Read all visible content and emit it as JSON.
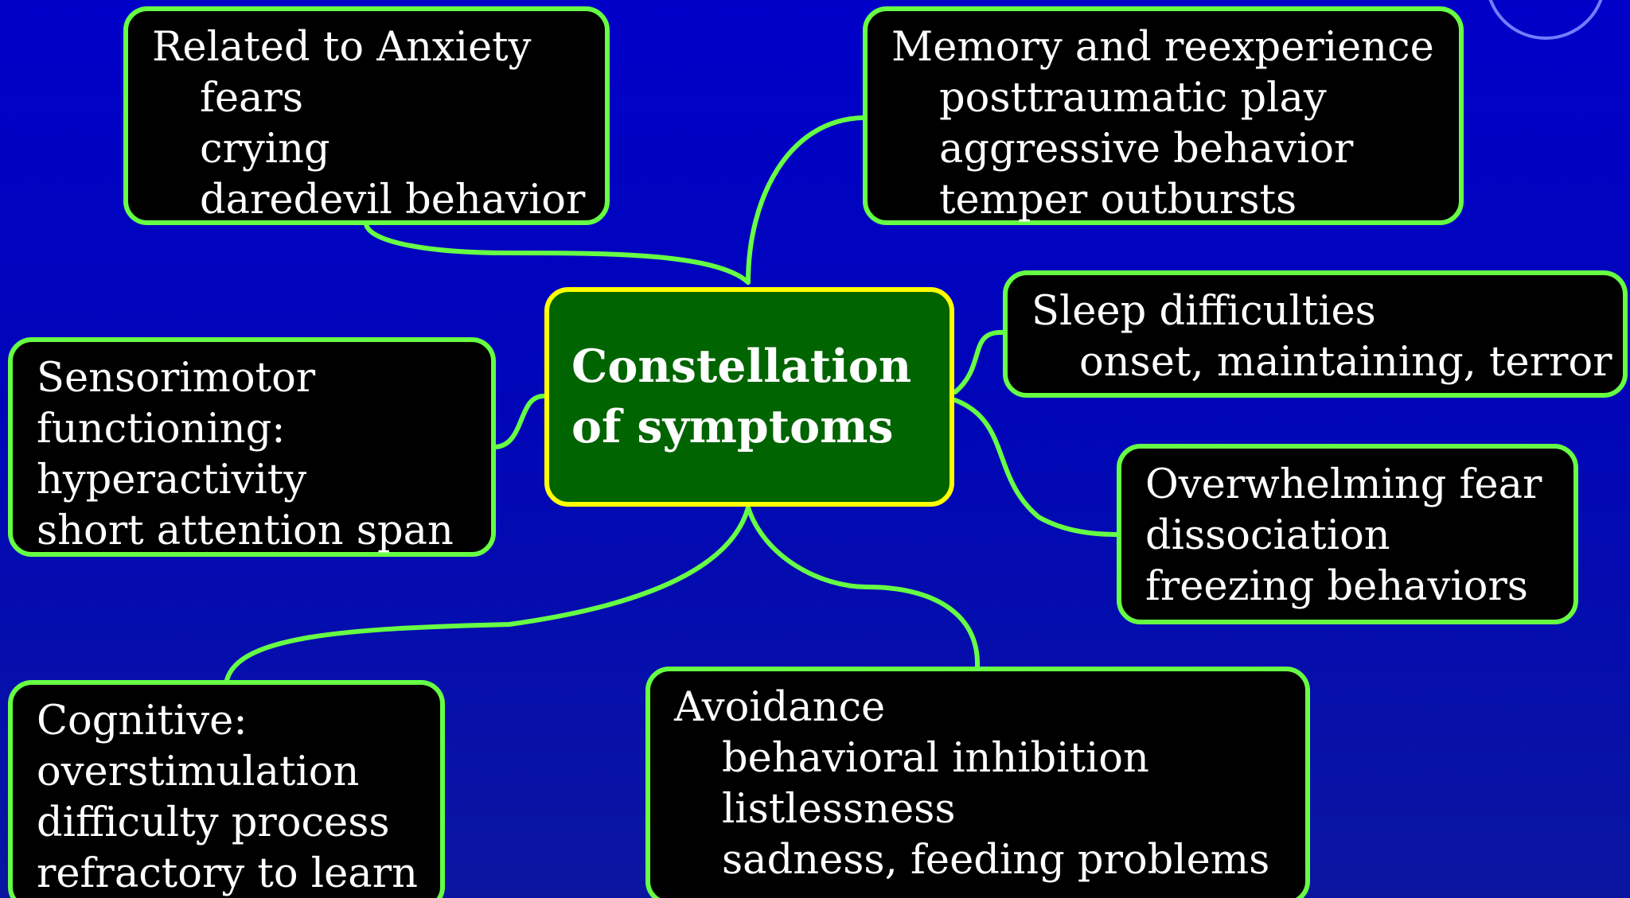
{
  "center": {
    "lines": [
      "Constellation",
      "of symptoms"
    ]
  },
  "nodes": {
    "anxiety": {
      "heading": "Related to Anxiety",
      "items": [
        "fears",
        "crying",
        "daredevil behavior"
      ]
    },
    "memory": {
      "heading": "Memory and reexperience",
      "items": [
        "posttraumatic play",
        "aggressive behavior",
        "temper outbursts"
      ]
    },
    "sleep": {
      "heading": "Sleep difficulties",
      "items": [
        "onset, maintaining, terror"
      ]
    },
    "fear": {
      "lines": [
        "Overwhelming fear",
        "dissociation",
        "freezing behaviors"
      ]
    },
    "sensorimotor": {
      "lines": [
        "Sensorimotor",
        "functioning:",
        "hyperactivity",
        "short attention span"
      ]
    },
    "cognitive": {
      "lines": [
        "Cognitive:",
        "overstimulation",
        "difficulty process",
        "refractory to learn"
      ]
    },
    "avoidance": {
      "heading": "Avoidance",
      "items": [
        "behavioral inhibition",
        "listlessness",
        "sadness, feeding problems"
      ]
    }
  },
  "colors": {
    "background": "#0000c8",
    "node_fill": "#000000",
    "node_border": "#66ff44",
    "center_fill": "#006400",
    "center_border": "#ffff00",
    "connector": "#66ff44",
    "text": "#ffffff"
  }
}
